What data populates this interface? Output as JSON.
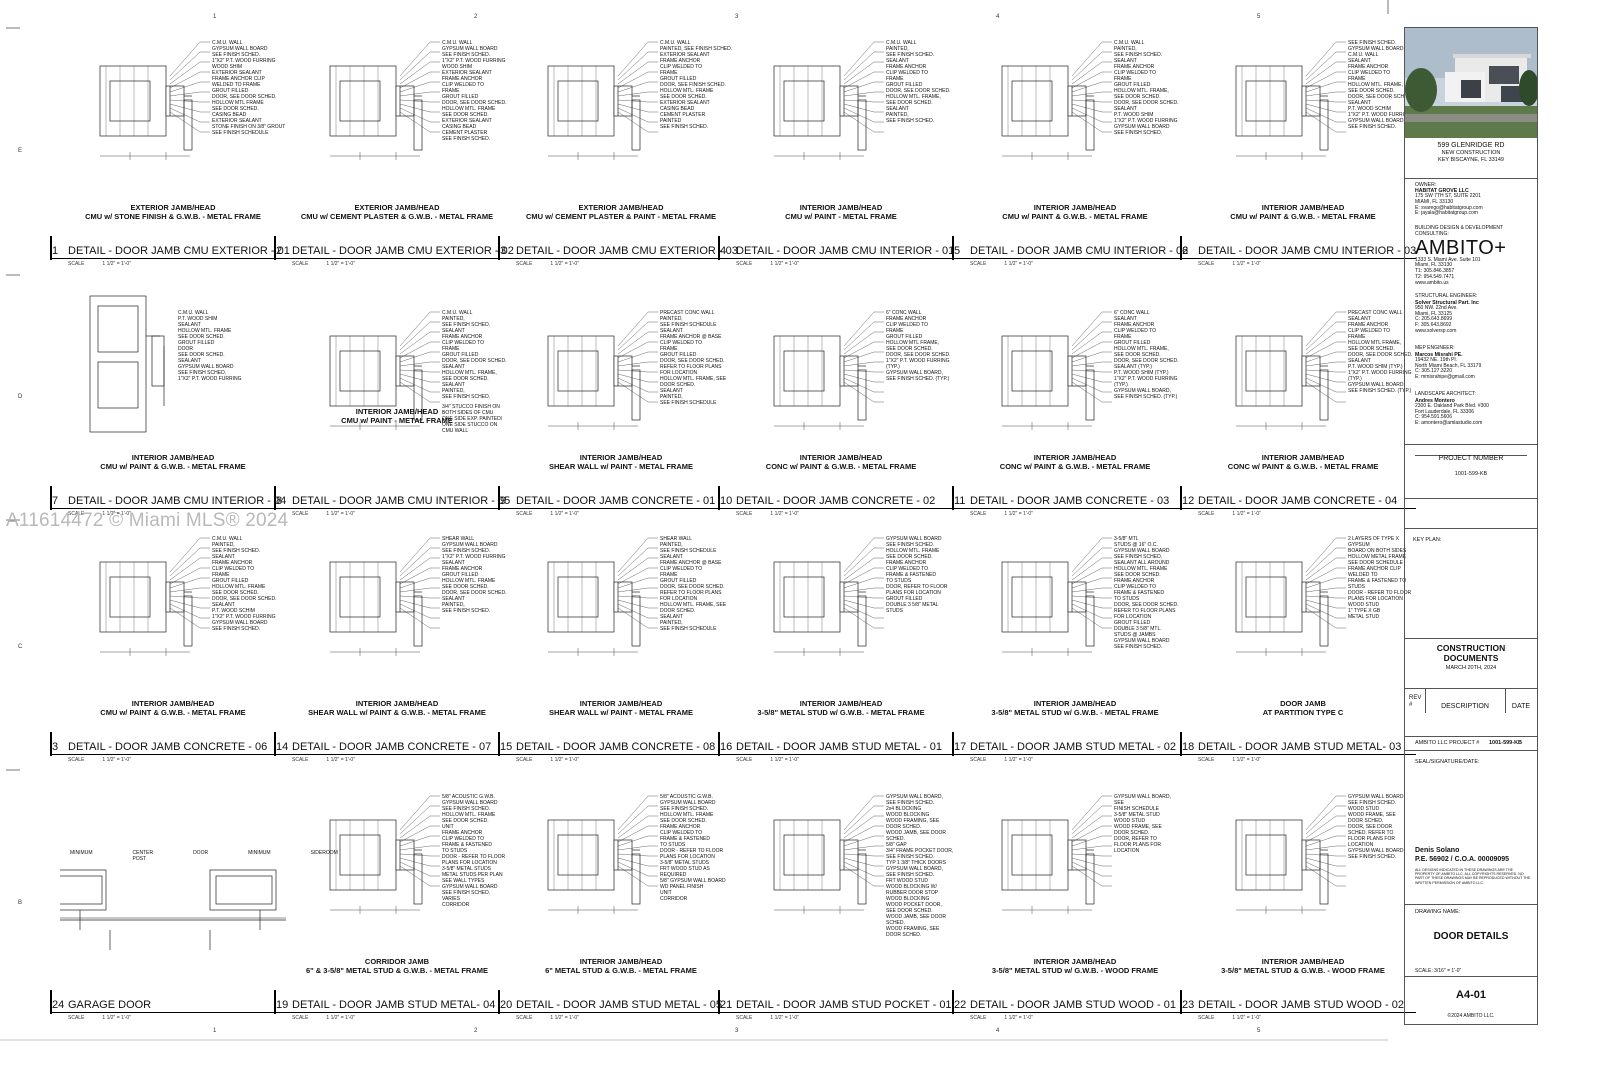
{
  "watermark": "A11614472 © Miami MLS® 2024",
  "grid_numbers": [
    "1",
    "2",
    "3",
    "4",
    "5"
  ],
  "grid_letters": [
    "E",
    "D",
    "C",
    "B"
  ],
  "details": [
    {
      "num": "1",
      "title": "DETAIL - DOOR JAMB CMU EXTERIOR - 01",
      "caption1": "EXTERIOR JAMB/HEAD",
      "caption2": "CMU w/ STONE FINISH & G.W.B. - METAL FRAME",
      "scale": "SCALE",
      "scale_value": "1 1/2\" = 1'-0\"",
      "notes": [
        "C.M.U. WALL",
        "GYPSUM WALL BOARD",
        "SEE FINISH SCHED.",
        "1\"X2\" P.T. WOOD FURRING",
        "WOOD SHIM",
        "EXTERIOR SEALANT",
        "FRAME ANCHOR CLIP WELDED TO FRAME",
        "GROUT FILLED",
        "DOOR, SEE DOOR SCHED.",
        "HOLLOW MTL FRAME",
        "SEE DOOR SCHED.",
        "CASING BEAD",
        "EXTERIOR SEALANT",
        "STONE FINISH ON 3/8\" GROUT",
        "SEE FINISH SCHEDULE"
      ]
    },
    {
      "num": "2",
      "title": "DETAIL - DOOR JAMB CMU EXTERIOR - 02",
      "caption1": "EXTERIOR JAMB/HEAD",
      "caption2": "CMU w/ CEMENT PLASTER & G.W.B. - METAL FRAME",
      "scale": "SCALE",
      "scale_value": "1 1/2\" = 1'-0\"",
      "notes": [
        "C.M.U. WALL",
        "GYPSUM WALL BOARD",
        "SEE FINISH SCHED.",
        "1\"X2\" P.T. WOOD FURRING",
        "WOOD SHIM",
        "EXTERIOR SEALANT",
        "FRAME ANCHOR",
        "CLIP WELDED TO",
        "FRAME",
        "GROUT FILLED",
        "DOOR, SEE DOOR SCHED.",
        "HOLLOW MTL. FRAME",
        "SEE DOOR SCHED.",
        "EXTERIOR SEALANT",
        "CASING BEAD",
        "CEMENT PLASTER",
        "SEE FINISH SCHED."
      ]
    },
    {
      "num": "3",
      "title": "DETAIL - DOOR JAMB CMU EXTERIOR - 03",
      "caption1": "EXTERIOR JAMB/HEAD",
      "caption2": "CMU w/ CEMENT PLASTER & PAINT - METAL FRAME",
      "scale": "SCALE",
      "scale_value": "1 1/2\" = 1'-0\"",
      "notes": [
        "C.M.U. WALL",
        "PAINTED, SEE FINISH SCHED.",
        "EXTERIOR SEALANT",
        "FRAME ANCHOR",
        "CLIP WELDED TO",
        "FRAME",
        "GROUT FILLED",
        "DOOR, SEE FINISH SCHED.",
        "HOLLOW MTL. FRAME",
        "SEE DOOR SCHED.",
        "EXTERIOR SEALANT",
        "CASING BEAD",
        "CEMENT PLASTER",
        "PAINTED",
        "SEE FINISH SCHED."
      ]
    },
    {
      "num": "4",
      "title": "DETAIL - DOOR JAMB CMU INTERIOR - 01",
      "caption1": "INTERIOR JAMB/HEAD",
      "caption2": "CMU w/ PAINT - METAL FRAME",
      "scale": "SCALE",
      "scale_value": "1 1/2\" = 1'-0\"",
      "notes": [
        "C.M.U. WALL",
        "PAINTED,",
        "SEE FINISH SCHED.",
        "SEALANT",
        "FRAME ANCHOR",
        "CLIP WELDED TO",
        "FRAME",
        "GROUT FILLED",
        "DOOR, SEE DOOR SCHED.",
        "HOLLOW MTL. FRAME,",
        "SEE DOOR SCHED.",
        "SEALANT",
        "PAINTED,",
        "SEE FINISH SCHED."
      ]
    },
    {
      "num": "5",
      "title": "DETAIL - DOOR JAMB CMU INTERIOR - 02",
      "caption1": "INTERIOR JAMB/HEAD",
      "caption2": "CMU w/ PAINT & G.W.B. - METAL FRAME",
      "scale": "SCALE",
      "scale_value": "1 1/2\" = 1'-0\"",
      "notes": [
        "C.M.U. WALL",
        "PAINTED,",
        "SEE FINISH SCHED.",
        "SEALANT",
        "FRAME ANCHOR",
        "CLIP WELDED TO",
        "FRAME",
        "GROUT FILLED",
        "HOLLOW MTL. FRAME,",
        "SEE DOOR SCHED.",
        "DOOR, SEE DOOR SCHED.",
        "SEALANT",
        "P.T. WOOD SHIM",
        "1\"X2\" P.T. WOOD FURRING",
        "GYPSUM WALL BOARD",
        "SEE FINISH SCHED."
      ]
    },
    {
      "num": "6",
      "title": "DETAIL - DOOR JAMB CMU INTERIOR - 03",
      "caption1": "INTERIOR JAMB/HEAD",
      "caption2": "CMU w/ PAINT & G.W.B. - METAL FRAME",
      "scale": "SCALE",
      "scale_value": "1 1/2\" = 1'-0\"",
      "notes": [
        "SEE FINISH SCHED.",
        "GYPSUM WALL BOARD",
        "C.M.U. WALL",
        "SEALANT",
        "FRAME ANCHOR",
        "CLIP WELDED TO",
        "FRAME",
        "HOLLOW MTL. FRAME,",
        "SEE DOOR SCHED.",
        "DOOR, SEE DOOR SCHED.",
        "SEALANT",
        "P.T. WOOD SCHIM",
        "1\"X2\" P.T. WOOD FURRING",
        "GYPSUM WALL BOARD",
        "SEE FINISH SCHED."
      ]
    },
    {
      "num": "7",
      "title": "DETAIL - DOOR JAMB CMU INTERIOR - 04",
      "caption1": "INTERIOR JAMB/HEAD",
      "caption2": "CMU w/ PAINT & G.W.B. - METAL FRAME",
      "scale": "SCALE",
      "scale_value": "1 1/2\" = 1'-0\"",
      "notes": [
        "C.M.U. WALL",
        "P.T. WOOD SHIM",
        "SEALANT",
        "HOLLOW MTL. FRAME",
        "SEE DOOR SCHED.",
        "GROUT FILLED",
        "DOOR",
        "SEE DOOR SCHED.",
        "SEALANT",
        "GYPSUM WALL BOARD",
        "SEE FINISH SCHED.",
        "1\"X2\" P.T. WOOD FURRING"
      ]
    },
    {
      "num": "8",
      "title": "DETAIL - DOOR JAMB CMU INTERIOR - 05",
      "caption1": "INTERIOR JAMB/HEAD",
      "caption2": "CMU w/ PAINT - METAL FRAME",
      "scale": "SCALE",
      "scale_value": "1 1/2\" = 1'-0\"",
      "notes": [
        "C.M.U. WALL",
        "PAINTED,",
        "SEE FINISH SCHED.",
        "SEALANT",
        "FRAME ANCHOR",
        "CLIP WELDED TO",
        "FRAME",
        "GROUT FILLED",
        "DOOR, SEE DOOR SCHED.",
        "SEALANT",
        "HOLLOW MTL. FRAME,",
        "SEE DOOR SCHED.",
        "SEALANT",
        "PAINTED,",
        "SEE FINISH SCHED."
      ],
      "footnotes": [
        "3/4\" STUCCO FINISH ON BOTH SIDES OF CMU",
        "ONE SIDE EXP. PAINTED/ ONE SIDE STUCCO ON CMU WALL"
      ]
    },
    {
      "num": "9",
      "title": "DETAIL - DOOR JAMB CONCRETE - 01",
      "caption1": "INTERIOR JAMB/HEAD",
      "caption2": "SHEAR WALL w/ PAINT - METAL FRAME",
      "scale": "SCALE",
      "scale_value": "1 1/2\" = 1'-0\"",
      "notes": [
        "PRECAST CONC WALL",
        "PAINTED,",
        "SEE FINISH SCHEDULE",
        "SEALANT",
        "FRAME ANCHOR @ BASE",
        "CLIP WELDED TO",
        "FRAME",
        "GROUT FILLED",
        "DOOR, SEE DOOR SCHED.",
        "REFER TO FLOOR PLANS",
        "FOR LOCATION",
        "HOLLOW MTL. FRAME, SEE",
        "DOOR SCHED.",
        "SEALANT",
        "PAINTED,",
        "SEE FINISH SCHEDULE"
      ]
    },
    {
      "num": "10",
      "title": "DETAIL - DOOR JAMB CONCRETE - 02",
      "caption1": "INTERIOR JAMB/HEAD",
      "caption2": "CONC w/ PAINT & G.W.B. - METAL FRAME",
      "scale": "SCALE",
      "scale_value": "1 1/2\" = 1'-0\"",
      "notes": [
        "6\" CONC WALL",
        "FRAME ANCHOR",
        "CLIP WELDED TO",
        "FRAME",
        "GROUT FILLED",
        "HOLLOW MTL FRAME,",
        "SEE DOOR SCHED.",
        "DOOR, SEE DOOR SCHED.",
        "1\"X2\" P.T. WOOD FURRING (TYP.)",
        "GYPSUM WALL BOARD,",
        "SEE FINISH SCHED. (TYP.)"
      ]
    },
    {
      "num": "11",
      "title": "DETAIL - DOOR JAMB CONCRETE - 03",
      "caption1": "INTERIOR JAMB/HEAD",
      "caption2": "CONC w/ PAINT & G.W.B. - METAL FRAME",
      "scale": "SCALE",
      "scale_value": "1 1/2\" = 1'-0\"",
      "notes": [
        "6\" CONC WALL",
        "SEALANT",
        "FRAME ANCHOR",
        "CLIP WELDED TO",
        "FRAME",
        "GROUT FILLED",
        "HOLLOW MTL. FRAME,",
        "SEE DOOR SCHED.",
        "DOOR, SEE DOOR SCHED.",
        "SEALANT (TYP.)",
        "P.T. WOOD SHIM (TYP.)",
        "1\"X2\" P.T. WOOD FURRING (TYP.)",
        "GYPSUM WALL BOARD,",
        "SEE FINISH SCHED. (TYP.)"
      ]
    },
    {
      "num": "12",
      "title": "DETAIL - DOOR JAMB CONCRETE - 04",
      "caption1": "INTERIOR JAMB/HEAD",
      "caption2": "CONC w/ PAINT & G.W.B. - METAL FRAME",
      "scale": "SCALE",
      "scale_value": "1 1/2\" = 1'-0\"",
      "notes": [
        "PRECAST CONC WALL",
        "SEALANT",
        "FRAME ANCHOR",
        "CLIP WELDED TO",
        "FRAME",
        "HOLLOW MTL FRAME,",
        "SEE DOOR SCHED.",
        "DOOR, SEE DOOR SCHED.",
        "SEALANT",
        "P.T. WOOD SHIM (TYP.)",
        "1\"X2\" P.T. WOOD FURRING (TYP.)",
        "GYPSUM WALL BOARD,",
        "SEE FINISH SCHED. (TYP.)"
      ]
    },
    {
      "num": "3",
      "title": "DETAIL - DOOR JAMB CONCRETE - 06",
      "caption1": "INTERIOR JAMB/HEAD",
      "caption2": "CMU w/ PAINT & G.W.B. - METAL FRAME",
      "scale": "SCALE",
      "scale_value": "1 1/2\" = 1'-0\"",
      "notes": [
        "C.M.U. WALL",
        "PAINTED,",
        "SEE FINISH SCHED.",
        "SEALANT",
        "FRAME ANCHOR",
        "CLIP WELDED TO",
        "FRAME",
        "GROUT FILLED",
        "HOLLOW MTL. FRAME",
        "SEE DOOR SCHED.",
        "DOOR, SEE DOOR SCHED.",
        "SEALANT",
        "P.T. WOOD SCHIM",
        "1\"X2\" P.T. WOOD FURRING",
        "GYPSUM WALL BOARD",
        "SEE FINISH SCHED."
      ]
    },
    {
      "num": "14",
      "title": "DETAIL - DOOR JAMB CONCRETE - 07",
      "caption1": "INTERIOR JAMB/HEAD",
      "caption2": "SHEAR WALL w/ PAINT & G.W.B. - METAL FRAME",
      "scale": "SCALE",
      "scale_value": "1 1/2\" = 1'-0\"",
      "notes": [
        "SHEAR WALL",
        "GYPSUM WALL BOARD",
        "SEE FINISH SCHED.",
        "1\"X2\" P.T. WOOD FURRING",
        "SEALANT",
        "FRAME ANCHOR",
        "GROUT FILLED",
        "HOLLOW MTL. FRAME",
        "SEE DOOR SCHED.",
        "DOOR, SEE DOOR SCHED.",
        "SEALANT",
        "PAINTED,",
        "SEE FINISH SCHED."
      ]
    },
    {
      "num": "15",
      "title": "DETAIL - DOOR JAMB CONCRETE - 08",
      "caption1": "INTERIOR JAMB/HEAD",
      "caption2": "SHEAR WALL w/ PAINT - METAL FRAME",
      "scale": "SCALE",
      "scale_value": "1 1/2\" = 1'-0\"",
      "notes": [
        "SHEAR WALL",
        "PAINTED,",
        "SEE FINISH SCHEDULE",
        "SEALANT",
        "FRAME ANCHOR @ BASE",
        "CLIP WELDED TO",
        "FRAME",
        "GROUT FILLED",
        "DOOR, SEE DOOR SCHED.",
        "REFER TO FLOOR PLANS",
        "FOR LOCATION",
        "HOLLOW MTL. FRAME, SEE",
        "DOOR SCHED.",
        "SEALANT",
        "PAINTED,",
        "SEE FINISH SCHEDULE"
      ]
    },
    {
      "num": "16",
      "title": "DETAIL - DOOR JAMB STUD METAL - 01",
      "caption1": "INTERIOR JAMB/HEAD",
      "caption2": "3-5/8\" METAL STUD w/ G.W.B. - METAL FRAME",
      "scale": "SCALE",
      "scale_value": "1 1/2\" = 1'-0\"",
      "notes": [
        "GYPSUM WALL BOARD",
        "SEE FINISH SCHED.",
        "HOLLOW MTL. FRAME",
        "SEE DOOR SCHED.",
        "FRAME ANCHOR",
        "CLIP WELDED TO",
        "FRAME & FASTENED",
        "TO STUDS",
        "DOOR, REFER TO FLOOR",
        "PLANS FOR LOCATION",
        "GROUT FILLED",
        "DOUBLE 3 5/8\" METAL STUDS"
      ]
    },
    {
      "num": "17",
      "title": "DETAIL - DOOR JAMB STUD METAL - 02",
      "caption1": "INTERIOR JAMB/HEAD",
      "caption2": "3-5/8\" METAL STUD w/ G.W.B. - METAL FRAME",
      "scale": "SCALE",
      "scale_value": "1 1/2\" = 1'-0\"",
      "notes": [
        "3-5/8\" MTL",
        "STUDS @ 16\" O.C.",
        "GYPSUM WALL BOARD",
        "SEE FINISH SCHED.",
        "SEALANT ALL AROUND",
        "HOLLOW MTL. FRAME",
        "SEE DOOR SCHED.",
        "FRAME ANCHOR",
        "CLIP WELDED TO",
        "FRAME & FASTENED",
        "TO STUDS",
        "DOOR, SEE DOOR SCHED.",
        "REFER TO FLOOR PLANS",
        "FOR LOCATION",
        "GROUT FILLED",
        "DOUBLE 3 5/8\" MTL.",
        "STUDS @ JAMBS",
        "GYPSUM WALL BOARD",
        "SEE FINISH SCHED."
      ]
    },
    {
      "num": "18",
      "title": "DETAIL - DOOR JAMB STUD METAL- 03",
      "caption1": "DOOR JAMB",
      "caption2": "AT PARTITION TYPE C",
      "scale": "SCALE",
      "scale_value": "1 1/2\" = 1'-0\"",
      "notes": [
        "2 LAYERS OF TYPE X GYPSUM",
        "BOARD ON BOTH SIDES",
        "HOLLOW METAL FRAME",
        "SEE DOOR SCHEDULE",
        "FRAME ANCHOR CLIP WELDED TO",
        "FRAME & FASTENED TO STUDS",
        "DOOR - REFER TO FLOOR",
        "PLANS FOR LOCATION",
        "WOOD STUD",
        "1\" TYPE X GB",
        "METAL STUD"
      ]
    },
    {
      "num": "24",
      "title": "GARAGE DOOR",
      "caption1": "",
      "caption2": "",
      "scale": "SCALE",
      "scale_value": "1 1/2\" = 1'-0\"",
      "notes": [
        "MINIMUM",
        "CENTER POST",
        "DOOR",
        "MINIMUM",
        "SIDEROOM"
      ]
    },
    {
      "num": "19",
      "title": "DETAIL - DOOR JAMB STUD METAL- 04",
      "caption1": "CORRIDOR JAMB",
      "caption2": "6\" & 3-5/8\" METAL STUD & G.W.B. - METAL FRAME",
      "scale": "SCALE",
      "scale_value": "1 1/2\" = 1'-0\"",
      "notes": [
        "5/8\" ACOUSTIC G.W.B.",
        "GYPSUM WALL BOARD",
        "SEE FINISH SCHED.",
        "HOLLOW MTL. FRAME",
        "SEE DOOR SCHED.",
        "UNIT",
        "FRAME ANCHOR",
        "CLIP WELDED TO",
        "FRAME & FASTENED",
        "TO STUDS",
        "DOOR - REFER TO FLOOR",
        "PLANS FOR LOCATION",
        "3-5/8\" METAL STUDS",
        "METAL STUDS PER PLAN",
        "SEE WALL TYPES",
        "GYPSUM WALL BOARD",
        "SEE FINISH SCHED.",
        "VARIES",
        "CORRIDOR"
      ]
    },
    {
      "num": "20",
      "title": "DETAIL - DOOR JAMB STUD METAL - 05",
      "caption1": "INTERIOR JAMB/HEAD",
      "caption2": "6\" METAL STUD & G.W.B. - METAL FRAME",
      "scale": "SCALE",
      "scale_value": "1 1/2\" = 1'-0\"",
      "notes": [
        "5/8\" ACOUSTIC G.W.B.",
        "GYPSUM WALL BOARD",
        "SEE FINISH SCHED.",
        "HOLLOW MTL. FRAME",
        "SEE DOOR SCHED.",
        "FRAME ANCHOR",
        "CLIP WELDED TO",
        "FRAME & FASTENED",
        "TO STUDS",
        "DOOR - REFER TO FLOOR",
        "PLANS FOR LOCATION",
        "3-5/8\" METAL STUDS",
        "FRT WOOD STUD AS REQUIRED",
        "5/8\" GYPSUM WALL BOARD",
        "WD PANEL FINISH",
        "UNIT",
        "CORRIDOR"
      ]
    },
    {
      "num": "21",
      "title": "DETAIL - DOOR JAMB STUD POCKET - 01",
      "caption1": "",
      "caption2": "",
      "scale": "SCALE",
      "scale_value": "1 1/2\" = 1'-0\"",
      "notes": [
        "GYPSUM WALL BOARD,",
        "SEE FINISH SCHED.",
        "2x4 BLOCKING",
        "WOOD BLOCKING",
        "WOOD FRAMING, SEE DOOR SCHED.",
        "WOOD JAMB, SEE DOOR SCHED.",
        "5/8\" GAP",
        "3/4\" FRAME POCKET DOOR,",
        "SEE FINISH SCHED.",
        "TYP 1 3/8\" THICK DOORS",
        "GYPSUM WALL BOARD,",
        "SEE FINISH SCHED.",
        "FRT WOOD STUD",
        "WOOD BLOCKING W/",
        "RUBBER DOOR STOP",
        "WOOD BLOCKING",
        "WOOD POCKET DOOR,",
        "SEE DOOR SCHED.",
        "WOOD JAMB, SEE DOOR",
        "SCHED.",
        "WOOD FRAMING, SEE",
        "DOOR SCHED."
      ]
    },
    {
      "num": "22",
      "title": "DETAIL - DOOR JAMB STUD WOOD - 01",
      "caption1": "INTERIOR JAMB/HEAD",
      "caption2": "3-5/8\" METAL STUD w/ G.W.B. - WOOD FRAME",
      "scale": "SCALE",
      "scale_value": "1 1/2\" = 1'-0\"",
      "notes": [
        "GYPSUM WALL BOARD,",
        "SEE",
        "FINISH SCHEDULE",
        "3-5/8\" METAL STUD",
        "WOOD STUD",
        "WOOD FRAME, SEE",
        "DOOR SCHED.",
        "DOOR, REFER TO",
        "FLOOR PLANS FOR",
        "LOCATION"
      ]
    },
    {
      "num": "23",
      "title": "DETAIL - DOOR JAMB STUD WOOD - 02",
      "caption1": "INTERIOR JAMB/HEAD",
      "caption2": "3-5/8\" METAL STUD & G.W.B. - WOOD FRAME",
      "scale": "SCALE",
      "scale_value": "1 1/2\" = 1'-0\"",
      "notes": [
        "GYPSUM WALL BOARD,",
        "SEE FINISH SCHED.",
        "WOOD STUD",
        "WOOD FRAME, SEE",
        "DOOR SCHED.",
        "DOOR, SEE DOOR",
        "SCHED. REFER TO",
        "FLOOR PLANS FOR",
        "LOCATION",
        "GYPSUM WALL BOARD,",
        "SEE FINISH SCHED."
      ]
    }
  ],
  "title_block": {
    "address": [
      "599 GLENRIDGE RD",
      "NEW CONSTRUCTION",
      "KEY BISCAYNE, FL 33149"
    ],
    "owner": [
      "OWNER:",
      "HABITAT GROVE LLC",
      "175 SW 7TH ST, SUITE 2201",
      "MIAMI, FL 33130",
      "E: svarego@habitatgroup.com",
      "E: jayala@habitatgroup.com"
    ],
    "consultant_label": "BUILDING DESIGN & DEVELOPMENT CONSULTING:",
    "consultant_logo": "AMBITO+",
    "consultant": [
      "1333 S. Miami Ave. Suite 101",
      "Miami, FL 33130",
      "T1: 305.846.3857",
      "T2: 954.549.7471",
      "www.ambito.us"
    ],
    "structural": [
      "STRUCTURAL ENGINEER:",
      "Solver Structural Part. Inc",
      "950 NW. 22nd Ave.",
      "Miami, FL 33125",
      "C: 205.643.8699",
      "F: 305.643.8692",
      "www.solversp.com"
    ],
    "mep": [
      "MEP ENGINEER:",
      "Marcos Misrahi PE.",
      "19432 NE. 19th Pl.",
      "North Miami Beach, FL 33179",
      "C: 305.127.3220",
      "E: mmisrahipe@gmail.com"
    ],
    "landscape": [
      "LANDSCAPE ARCHITECT:",
      "Andres Montero",
      "2300 E. Oakland Park Blvd. #300",
      "Fort Lauderdale, FL 33306",
      "C: 954.591.5606",
      "E: amontero@amlastudio.com"
    ],
    "project_number_label": "PROJECT NUMBER",
    "project_number": "1001-599-KB",
    "key_plan": "KEY PLAN:",
    "construction_docs": [
      "CONSTRUCTION",
      "DOCUMENTS"
    ],
    "date": "MARCH 20TH, 2024",
    "rev_headers": [
      "REV #",
      "DESCRIPTION",
      "DATE"
    ],
    "ambito_project_label": "AMBITO LLC PROJECT #",
    "ambito_project": "1001-599-KB",
    "seal_label": "SEAL/SIGNATURE/DATE:",
    "engineer_name": "Denis Solano",
    "engineer_license": "P.E. 56902 / C.O.A. 00009095",
    "disclaimer": "ALL DESIGNS INDICATED IN THESE DRAWINGS ARE THE PROPERTY OF AMBITO LLC. ALL COPYRIGHTS RESERVED. NO PART OF THESE DRAWINGS MAY BE REPRODUCED WITHOUT THE WRITTEN PERMISSION OF AMBITO LLC.",
    "drawing_name_label": "DRAWING NAME:",
    "drawing_name": "DOOR DETAILS",
    "scale": "SCALE: 3/16\" = 1'-0\"",
    "sheet": "A4-01",
    "copyright": "©2024 AMBITO LLC."
  }
}
